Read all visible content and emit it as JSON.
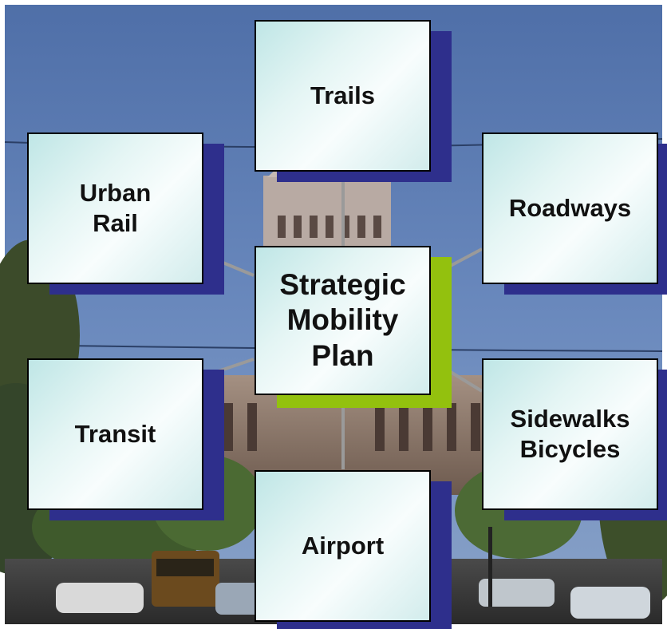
{
  "diagram": {
    "center": {
      "label": "Strategic\nMobility\nPlan"
    },
    "nodes": [
      {
        "id": "trails",
        "label": "Trails"
      },
      {
        "id": "urban-rail",
        "label": "Urban\nRail"
      },
      {
        "id": "roadways",
        "label": "Roadways"
      },
      {
        "id": "transit",
        "label": "Transit"
      },
      {
        "id": "sidewalks-bicycles",
        "label": "Sidewalks\nBicycles"
      },
      {
        "id": "airport",
        "label": "Airport"
      }
    ]
  },
  "colors": {
    "box_shadow": "#2e2f8c",
    "center_shadow": "#93c10e",
    "box_fill": "#e4f5f4",
    "connector": "#9a9a9a",
    "sky": "#5d7db6"
  }
}
